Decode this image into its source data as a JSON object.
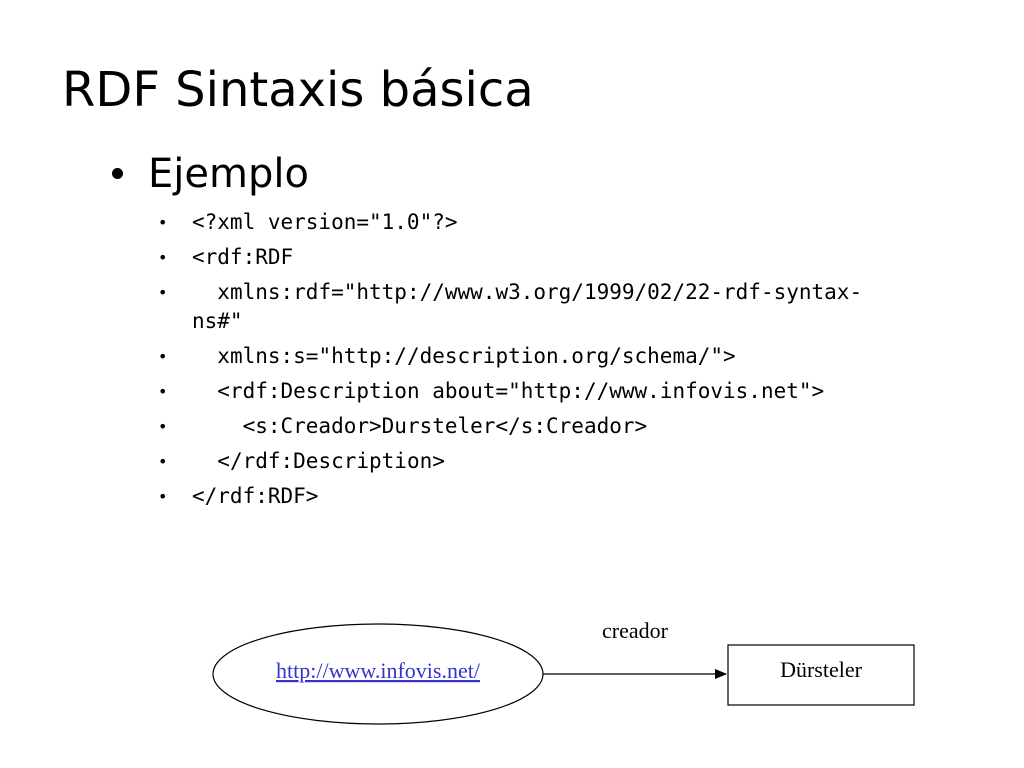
{
  "slide": {
    "title": "RDF Sintaxis básica",
    "bullet": "Ejemplo",
    "code_lines": [
      "<?xml version=\"1.0\"?>",
      "<rdf:RDF",
      "  xmlns:rdf=\"http://www.w3.org/1999/02/22-rdf-syntax-ns#\"",
      "  xmlns:s=\"http://description.org/schema/\">",
      "  <rdf:Description about=\"http://www.infovis.net\">",
      "    <s:Creador>Dursteler</s:Creador>",
      "  </rdf:Description>",
      "</rdf:RDF>"
    ]
  },
  "diagram": {
    "subject": "http://www.infovis.net/",
    "predicate": "creador",
    "object": "Dürsteler",
    "link_color": "#3333cc"
  }
}
